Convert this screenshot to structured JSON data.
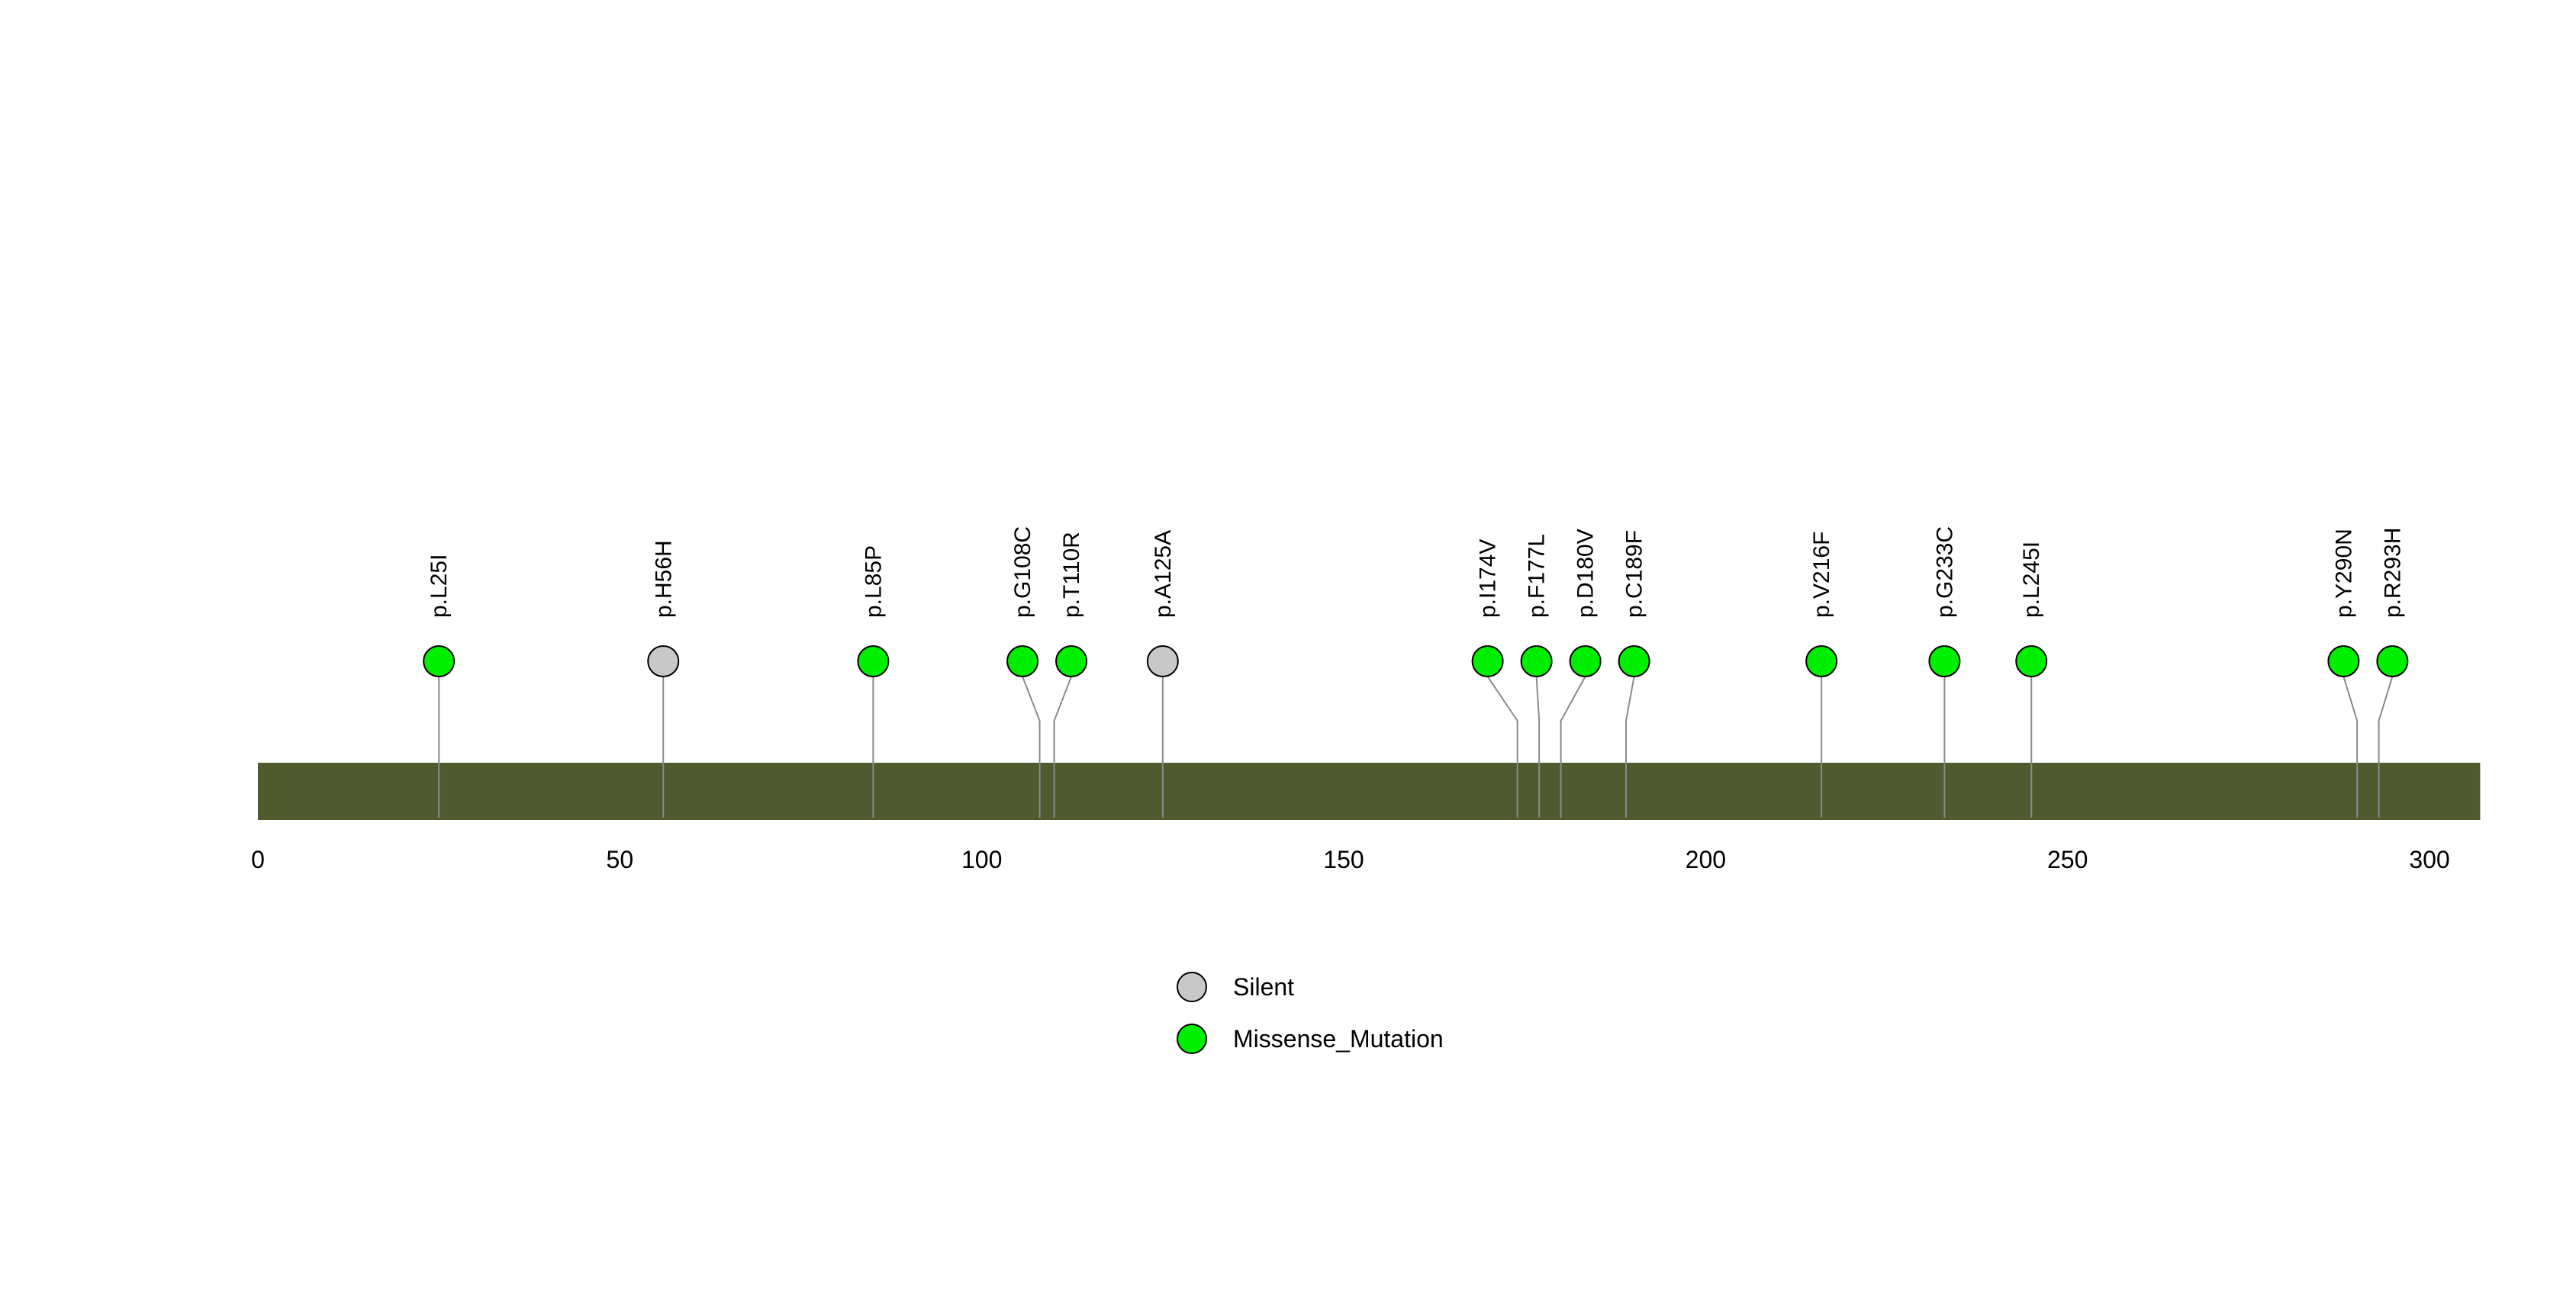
{
  "chart_data": {
    "type": "lollipop",
    "title": "",
    "xlabel": "",
    "ylabel": "",
    "protein_length": 307,
    "xlim": [
      0,
      307
    ],
    "x_ticks": [
      0,
      50,
      100,
      150,
      200,
      250,
      300
    ],
    "grid": false,
    "legend_position": "bottom-center",
    "bar_color": "#4F5B2E",
    "stem_color": "#8a8a8a",
    "colors": {
      "Silent": "#C8C8C8",
      "Missense_Mutation": "#00EE00"
    },
    "mutations": [
      {
        "label": "p.L25I",
        "position": 25,
        "type": "Missense_Mutation"
      },
      {
        "label": "p.H56H",
        "position": 56,
        "type": "Silent"
      },
      {
        "label": "p.L85P",
        "position": 85,
        "type": "Missense_Mutation"
      },
      {
        "label": "p.G108C",
        "position": 108,
        "type": "Missense_Mutation"
      },
      {
        "label": "p.T110R",
        "position": 110,
        "type": "Missense_Mutation"
      },
      {
        "label": "p.A125A",
        "position": 125,
        "type": "Silent"
      },
      {
        "label": "p.I174V",
        "position": 174,
        "type": "Missense_Mutation"
      },
      {
        "label": "p.F177L",
        "position": 177,
        "type": "Missense_Mutation"
      },
      {
        "label": "p.D180V",
        "position": 180,
        "type": "Missense_Mutation"
      },
      {
        "label": "p.C189F",
        "position": 189,
        "type": "Missense_Mutation"
      },
      {
        "label": "p.V216F",
        "position": 216,
        "type": "Missense_Mutation"
      },
      {
        "label": "p.G233C",
        "position": 233,
        "type": "Missense_Mutation"
      },
      {
        "label": "p.L245I",
        "position": 245,
        "type": "Missense_Mutation"
      },
      {
        "label": "p.Y290N",
        "position": 290,
        "type": "Missense_Mutation"
      },
      {
        "label": "p.R293H",
        "position": 293,
        "type": "Missense_Mutation"
      }
    ],
    "legend": [
      {
        "label": "Silent",
        "color": "#C8C8C8"
      },
      {
        "label": "Missense_Mutation",
        "color": "#00EE00"
      }
    ]
  }
}
